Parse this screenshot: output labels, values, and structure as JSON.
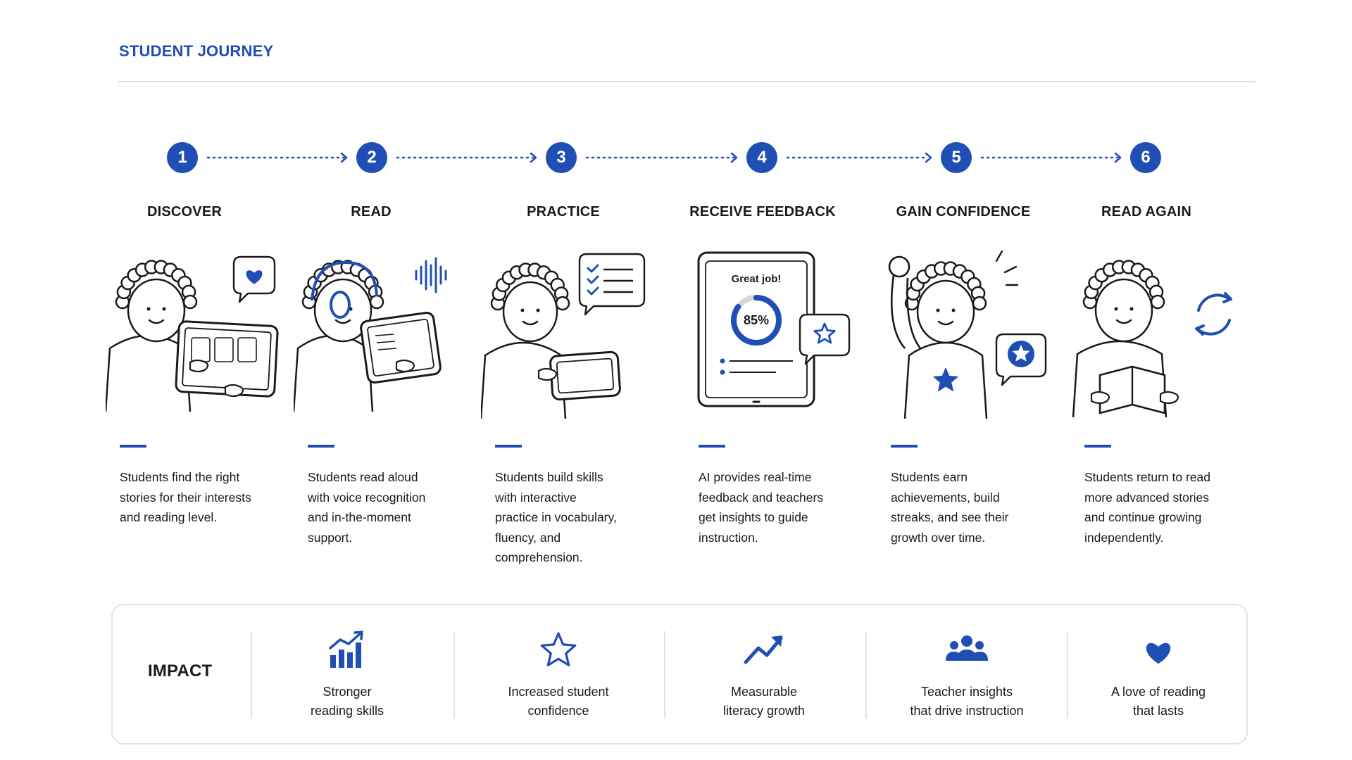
{
  "page": {
    "title": "STUDENT JOURNEY"
  },
  "theme": {
    "accent": "#1f4fb5",
    "text": "#1a1a1a",
    "rule": "#dedede",
    "panel_border": "#e2e2e2"
  },
  "steps": [
    {
      "number": "1",
      "title": "DISCOVER",
      "icon": "student-with-tablet-heart-bubble",
      "lines": [
        "Students find the right",
        "stories for their interests",
        "and reading level."
      ]
    },
    {
      "number": "2",
      "title": "READ",
      "icon": "student-with-headphones-audio-wave",
      "lines": [
        "Students read aloud",
        "with voice recognition",
        "and in-the-moment",
        "support."
      ]
    },
    {
      "number": "3",
      "title": "PRACTICE",
      "icon": "student-with-tablet-checklist-bubble",
      "lines": [
        "Students build skills",
        "with interactive",
        "practice in vocabulary,",
        "fluency, and",
        "comprehension."
      ]
    },
    {
      "number": "4",
      "title": "RECEIVE FEEDBACK",
      "icon": "tablet-score-star-bubble",
      "tablet": {
        "message": "Great job!",
        "score": "85%",
        "score_fraction": 0.85
      },
      "lines": [
        "AI provides real-time",
        "feedback and teachers",
        "get insights to guide",
        "instruction."
      ]
    },
    {
      "number": "5",
      "title": "GAIN CONFIDENCE",
      "icon": "cheering-student-star-badge",
      "lines": [
        "Students earn",
        "achievements, build",
        "streaks, and see their",
        "growth over time."
      ]
    },
    {
      "number": "6",
      "title": "READ AGAIN",
      "icon": "student-reading-book-refresh",
      "lines": [
        "Students return to read",
        "more advanced stories",
        "and continue growing",
        "independently."
      ]
    }
  ],
  "impact": {
    "label": "IMPACT",
    "items": [
      {
        "icon": "bar-chart-growth-icon",
        "lines": [
          "Stronger",
          "reading skills"
        ]
      },
      {
        "icon": "star-outline-icon",
        "lines": [
          "Increased student",
          "confidence"
        ]
      },
      {
        "icon": "trend-up-arrow-icon",
        "lines": [
          "Measurable",
          "literacy growth"
        ]
      },
      {
        "icon": "people-group-icon",
        "lines": [
          "Teacher insights",
          "that drive instruction"
        ]
      },
      {
        "icon": "heart-icon",
        "lines": [
          "A love of reading",
          "that lasts"
        ]
      }
    ]
  }
}
